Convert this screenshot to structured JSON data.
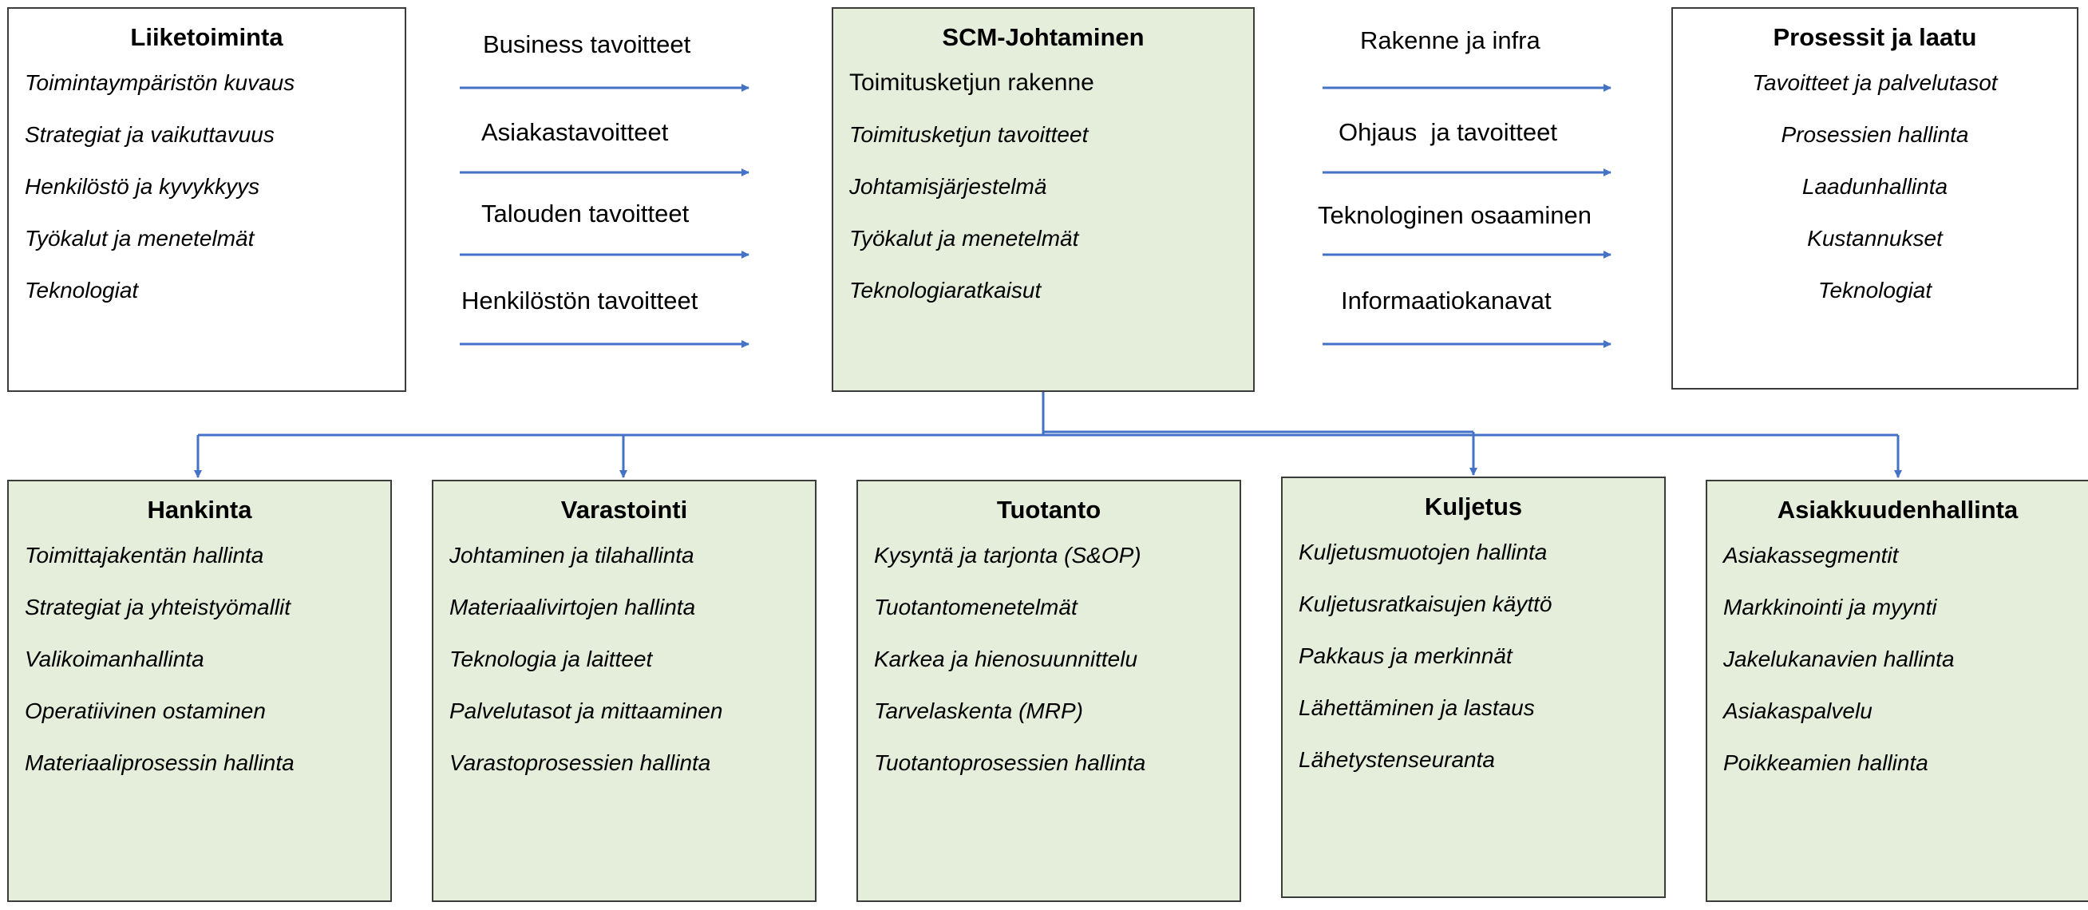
{
  "colors": {
    "connector": "#4472c4",
    "box_green": "#e4eedb",
    "border": "#3c3c3c"
  },
  "liiketoiminta": {
    "title": "Liiketoiminta",
    "items": [
      "Toimintaympäristön kuvaus",
      "Strategiat ja vaikuttavuus",
      "Henkilöstö ja kyvykkyys",
      "Työkalut ja menetelmät",
      "Teknologiat"
    ]
  },
  "left_arrows": [
    "Business tavoitteet",
    "Asiakastavoitteet",
    "Talouden tavoitteet",
    "Henkilöstön tavoitteet"
  ],
  "scm": {
    "title": "SCM-Johtaminen",
    "lead": "Toimitusketjun rakenne",
    "items": [
      "Toimitusketjun tavoitteet",
      "Johtamisjärjestelmä",
      "Työkalut ja menetelmät",
      "Teknologiaratkaisut"
    ]
  },
  "right_arrows": [
    "Rakenne ja infra",
    "Ohjaus  ja tavoitteet",
    "Teknologinen osaaminen",
    "Informaatiokanavat"
  ],
  "prosessit": {
    "title": "Prosessit ja laatu",
    "items": [
      "Tavoitteet ja palvelutasot",
      "Prosessien hallinta",
      "Laadunhallinta",
      "Kustannukset",
      "Teknologiat"
    ]
  },
  "hankinta": {
    "title": "Hankinta",
    "items": [
      "Toimittajakentän hallinta",
      "Strategiat ja yhteistyömallit",
      "Valikoimanhallinta",
      "Operatiivinen ostaminen",
      "Materiaaliprosessin hallinta"
    ]
  },
  "varastointi": {
    "title": "Varastointi",
    "items": [
      "Johtaminen ja tilahallinta",
      "Materiaalivirtojen hallinta",
      "Teknologia ja laitteet",
      "Palvelutasot ja mittaaminen",
      "Varastoprosessien hallinta"
    ]
  },
  "tuotanto": {
    "title": "Tuotanto",
    "items": [
      "Kysyntä ja tarjonta (S&OP)",
      "Tuotantomenetelmät",
      "Karkea ja hienosuunnittelu",
      "Tarvelaskenta (MRP)",
      "Tuotantoprosessien hallinta"
    ]
  },
  "kuljetus": {
    "title": "Kuljetus",
    "items": [
      "Kuljetusmuotojen hallinta",
      "Kuljetusratkaisujen käyttö",
      "Pakkaus ja merkinnät",
      "Lähettäminen ja lastaus",
      "Lähetystenseuranta"
    ]
  },
  "asiakkuudenhallinta": {
    "title": "Asiakkuudenhallinta",
    "items": [
      "Asiakassegmentit",
      "Markkinointi ja myynti",
      "Jakelukanavien hallinta",
      "Asiakaspalvelu",
      "Poikkeamien hallinta"
    ]
  }
}
